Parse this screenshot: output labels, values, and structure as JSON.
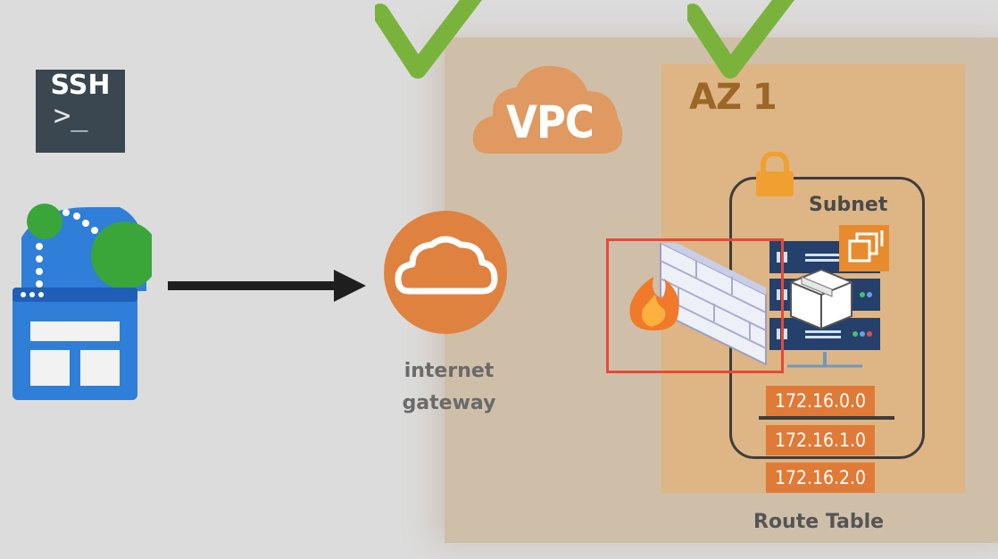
{
  "vpc": {
    "label": "VPC"
  },
  "az": {
    "label": "AZ 1"
  },
  "subnet": {
    "label": "Subnet"
  },
  "gateway": {
    "line1": "internet",
    "line2": "gateway"
  },
  "ssh": {
    "label": "SSH",
    "prompt": ">_"
  },
  "route_table": {
    "label": "Route Table",
    "entries": [
      "172.16.0.0",
      "172.16.1.0",
      "172.16.2.0"
    ]
  },
  "colors": {
    "vpc_region": "#cfbfa8",
    "az_region": "#deb584",
    "gateway_orange": "#e0823f",
    "ip_orange": "#e07a37",
    "check_green": "#7ab33c",
    "highlight_red": "#e8493a",
    "client_blue": "#2f7ed8",
    "client_green": "#3aa63a"
  }
}
